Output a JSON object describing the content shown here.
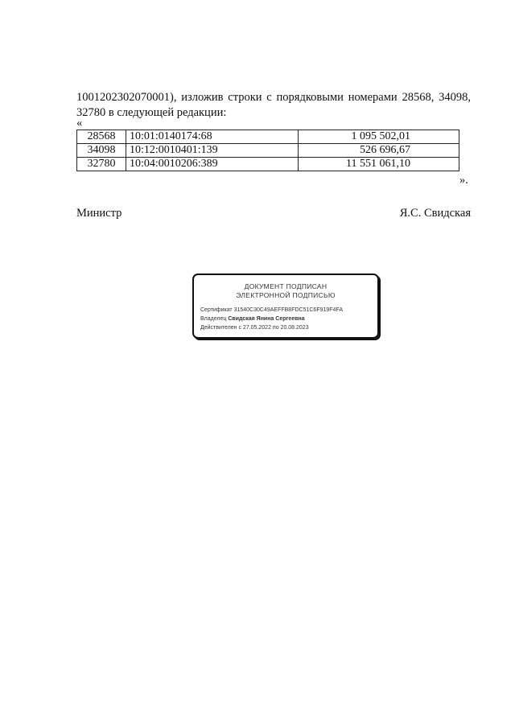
{
  "paragraph": "1001202302070001), изложив строки с порядковыми номерами 28568, 34098, 32780 в следующей редакции:",
  "quote_open": "«",
  "rows": [
    {
      "num": "28568",
      "cadastral": "10:01:0140174:68",
      "value": "1 095 502,01"
    },
    {
      "num": "34098",
      "cadastral": "10:12:0010401:139",
      "value": "526 696,67"
    },
    {
      "num": "32780",
      "cadastral": "10:04:0010206:389",
      "value": "11 551 061,10"
    }
  ],
  "quote_close": "».",
  "signature": {
    "position": "Министр",
    "name": "Я.С. Свидская"
  },
  "stamp": {
    "title_line1": "ДОКУМЕНТ ПОДПИСАН",
    "title_line2": "ЭЛЕКТРОННОЙ ПОДПИСЬЮ",
    "certificate_label": "Сертификат",
    "certificate": "31540C30C49AEFFB8FDC51C6F919F4FA",
    "owner_label": "Владелец",
    "owner": "Свидская Янина Сергеевна",
    "valid_label": "Действителен",
    "valid_from_label": "с",
    "valid_from": "27.05.2022",
    "valid_to_label": "по",
    "valid_to": "20.08.2023"
  }
}
